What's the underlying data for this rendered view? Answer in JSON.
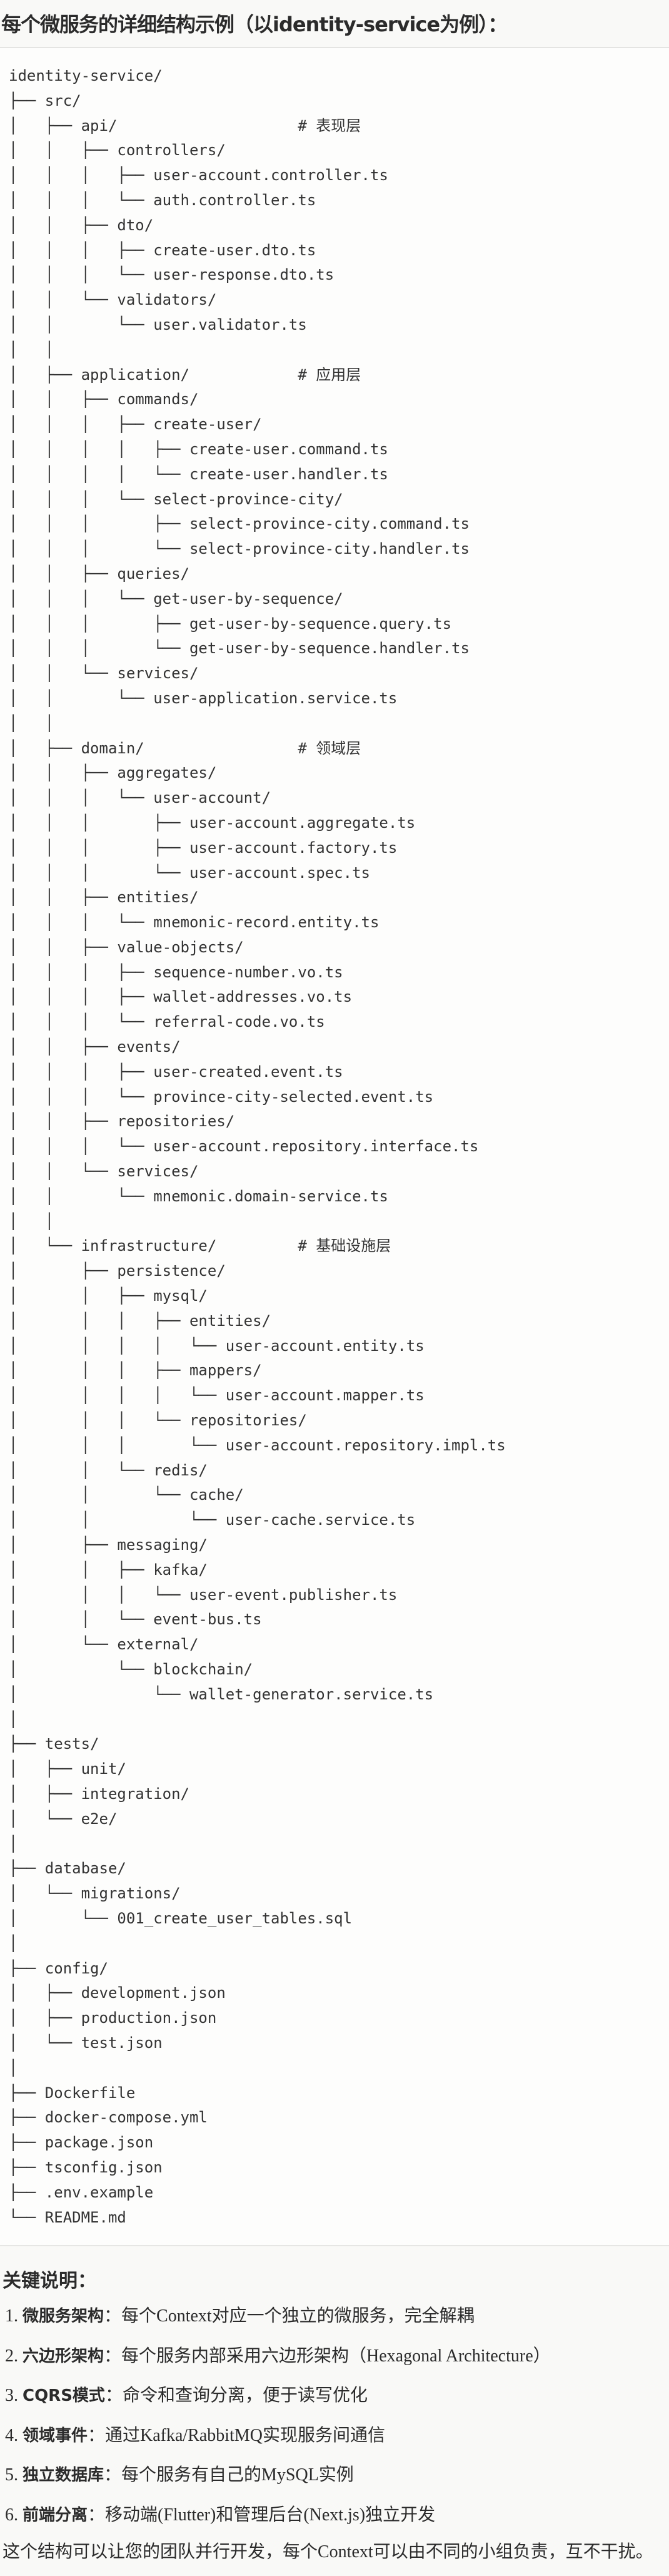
{
  "title": "每个微服务的详细结构示例（以identity-service为例）：",
  "tree_lines": [
    "identity-service/",
    "├── src/",
    "│   ├── api/                    # 表现层",
    "│   │   ├── controllers/",
    "│   │   │   ├── user-account.controller.ts",
    "│   │   │   └── auth.controller.ts",
    "│   │   ├── dto/",
    "│   │   │   ├── create-user.dto.ts",
    "│   │   │   └── user-response.dto.ts",
    "│   │   └── validators/",
    "│   │       └── user.validator.ts",
    "│   │",
    "│   ├── application/            # 应用层",
    "│   │   ├── commands/",
    "│   │   │   ├── create-user/",
    "│   │   │   │   ├── create-user.command.ts",
    "│   │   │   │   └── create-user.handler.ts",
    "│   │   │   └── select-province-city/",
    "│   │   │       ├── select-province-city.command.ts",
    "│   │   │       └── select-province-city.handler.ts",
    "│   │   ├── queries/",
    "│   │   │   └── get-user-by-sequence/",
    "│   │   │       ├── get-user-by-sequence.query.ts",
    "│   │   │       └── get-user-by-sequence.handler.ts",
    "│   │   └── services/",
    "│   │       └── user-application.service.ts",
    "│   │",
    "│   ├── domain/                 # 领域层",
    "│   │   ├── aggregates/",
    "│   │   │   └── user-account/",
    "│   │   │       ├── user-account.aggregate.ts",
    "│   │   │       ├── user-account.factory.ts",
    "│   │   │       └── user-account.spec.ts",
    "│   │   ├── entities/",
    "│   │   │   └── mnemonic-record.entity.ts",
    "│   │   ├── value-objects/",
    "│   │   │   ├── sequence-number.vo.ts",
    "│   │   │   ├── wallet-addresses.vo.ts",
    "│   │   │   └── referral-code.vo.ts",
    "│   │   ├── events/",
    "│   │   │   ├── user-created.event.ts",
    "│   │   │   └── province-city-selected.event.ts",
    "│   │   ├── repositories/",
    "│   │   │   └── user-account.repository.interface.ts",
    "│   │   └── services/",
    "│   │       └── mnemonic.domain-service.ts",
    "│   │",
    "│   └── infrastructure/         # 基础设施层",
    "│       ├── persistence/",
    "│       │   ├── mysql/",
    "│       │   │   ├── entities/",
    "│       │   │   │   └── user-account.entity.ts",
    "│       │   │   ├── mappers/",
    "│       │   │   │   └── user-account.mapper.ts",
    "│       │   │   └── repositories/",
    "│       │   │       └── user-account.repository.impl.ts",
    "│       │   └── redis/",
    "│       │       └── cache/",
    "│       │           └── user-cache.service.ts",
    "│       ├── messaging/",
    "│       │   ├── kafka/",
    "│       │   │   └── user-event.publisher.ts",
    "│       │   └── event-bus.ts",
    "│       └── external/",
    "│           └── blockchain/",
    "│               └── wallet-generator.service.ts",
    "│",
    "├── tests/",
    "│   ├── unit/",
    "│   ├── integration/",
    "│   └── e2e/",
    "│",
    "├── database/",
    "│   └── migrations/",
    "│       └── 001_create_user_tables.sql",
    "│",
    "├── config/",
    "│   ├── development.json",
    "│   ├── production.json",
    "│   └── test.json",
    "│",
    "├── Dockerfile",
    "├── docker-compose.yml",
    "├── package.json",
    "├── tsconfig.json",
    "├── .env.example",
    "└── README.md"
  ],
  "notes": {
    "heading": "关键说明：",
    "items": [
      {
        "num": "1.",
        "term": "微服务架构",
        "desc": "：每个Context对应一个独立的微服务，完全解耦"
      },
      {
        "num": "2.",
        "term": "六边形架构",
        "desc": "：每个服务内部采用六边形架构（Hexagonal Architecture）"
      },
      {
        "num": "3.",
        "term": "CQRS模式",
        "desc": "：命令和查询分离，便于读写优化"
      },
      {
        "num": "4.",
        "term": "领域事件",
        "desc": "：通过Kafka/RabbitMQ实现服务间通信"
      },
      {
        "num": "5.",
        "term": "独立数据库",
        "desc": "：每个服务有自己的MySQL实例"
      },
      {
        "num": "6.",
        "term": "前端分离",
        "desc": "：移动端(Flutter)和管理后台(Next.js)独立开发"
      }
    ],
    "summary": "这个结构可以让您的团队并行开发，每个Context可以由不同的小组负责，互不干扰。"
  }
}
